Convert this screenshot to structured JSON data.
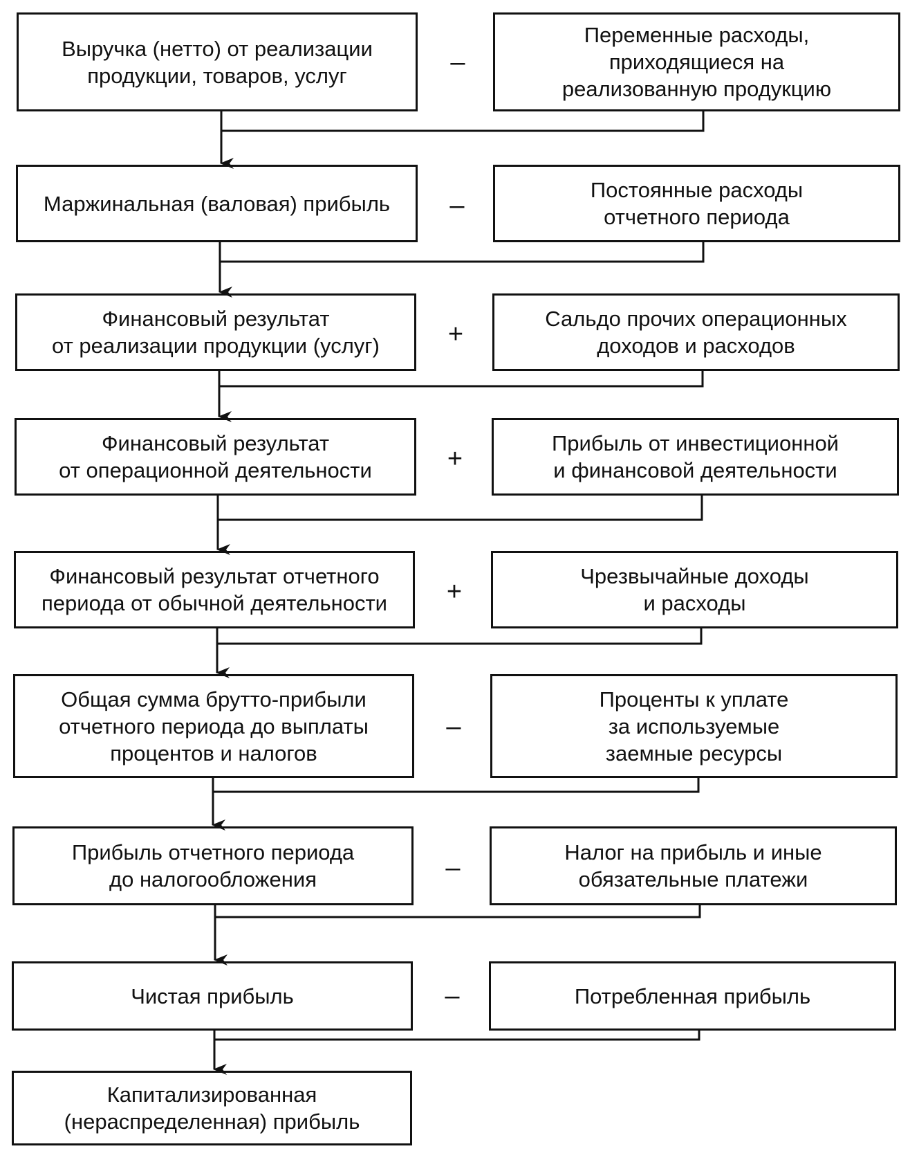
{
  "rows": [
    {
      "left": "Выручка (нетто) от реализации\nпродукции, товаров, услуг",
      "op": "–",
      "right": "Переменные расходы,\nприходящиеся на\nреализованную продукцию"
    },
    {
      "left": "Маржинальная (валовая) прибыль",
      "op": "–",
      "right": "Постоянные расходы\nотчетного периода"
    },
    {
      "left": "Финансовый результат\nот реализации продукции (услуг)",
      "op": "+",
      "right": "Сальдо прочих операционных\nдоходов и расходов"
    },
    {
      "left": "Финансовый результат\nот операционной деятельности",
      "op": "+",
      "right": "Прибыль от инвестиционной\nи финансовой деятельности"
    },
    {
      "left": "Финансовый результат отчетного\nпериода от обычной деятельности",
      "op": "+",
      "right": "Чрезвычайные доходы\nи расходы"
    },
    {
      "left": "Общая сумма брутто-прибыли\nотчетного периода до выплаты\nпроцентов и налогов",
      "op": "–",
      "right": "Проценты к уплате\nза используемые\nзаемные ресурсы"
    },
    {
      "left": "Прибыль отчетного периода\nдо налогообложения",
      "op": "–",
      "right": "Налог на прибыль и иные\nобязательные платежи"
    },
    {
      "left": "Чистая прибыль",
      "op": "–",
      "right": "Потребленная прибыль"
    }
  ],
  "final": "Капитализированная\n(нераспределенная) прибыль"
}
